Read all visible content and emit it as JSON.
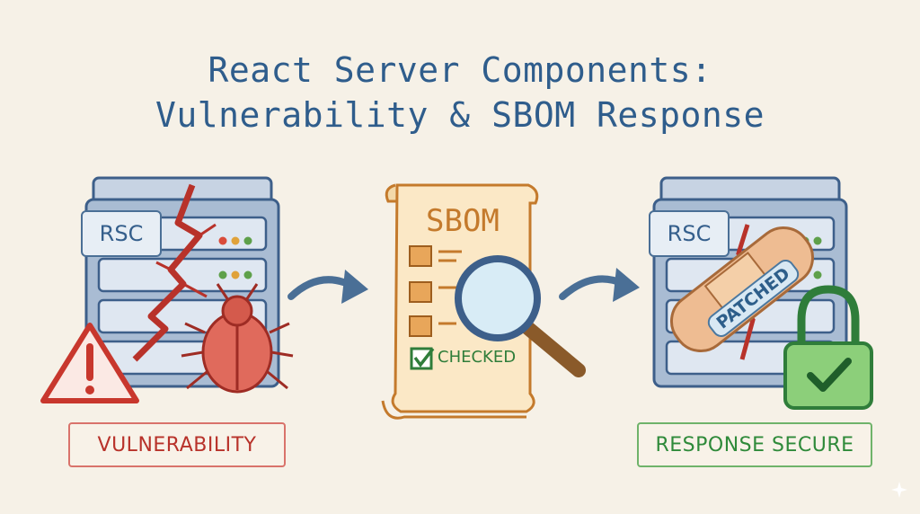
{
  "title": {
    "line1": "React Server Components:",
    "line2": "Vulnerability & SBOM Response"
  },
  "left_panel": {
    "tag": "RSC",
    "caption": "VULNERABILITY",
    "icons": [
      "server-icon",
      "crack-icon",
      "bug-icon",
      "warning-icon"
    ]
  },
  "middle_panel": {
    "title": "SBOM",
    "check_label": "CHECKED",
    "icons": [
      "scroll-icon",
      "package-icon",
      "magnifier-icon",
      "checkbox-icon"
    ]
  },
  "right_panel": {
    "tag": "RSC",
    "bandage_label": "PATCHED",
    "caption": "RESPONSE SECURE",
    "icons": [
      "server-icon",
      "bandage-icon",
      "lock-icon"
    ]
  },
  "colors": {
    "title": "#2f5d8c",
    "danger": "#c8372d",
    "warning_caption": "#b8322a",
    "sbom": "#c47a2c",
    "success": "#2f8a3a",
    "server": "#5a78a0",
    "background": "#f6f1e7"
  }
}
